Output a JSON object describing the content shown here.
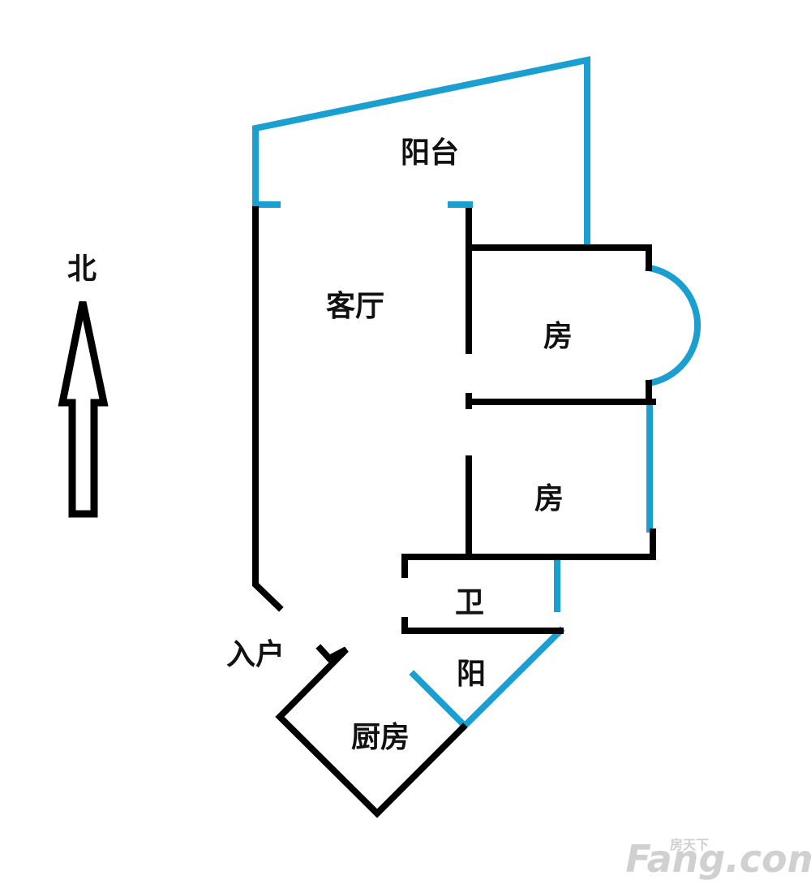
{
  "compass": {
    "label": "北"
  },
  "rooms": {
    "balcony_main": "阳台",
    "living_room": "客厅",
    "bedroom_north": "房",
    "bedroom_south": "房",
    "bathroom": "卫",
    "entrance": "入户",
    "balcony_small": "阳",
    "kitchen": "厨房"
  },
  "colors": {
    "interior_wall": "#000000",
    "exterior_window_wall": "#1a9fd0",
    "background": "#ffffff"
  },
  "watermark": {
    "brand": "Fang.com",
    "chinese": "房天下"
  }
}
